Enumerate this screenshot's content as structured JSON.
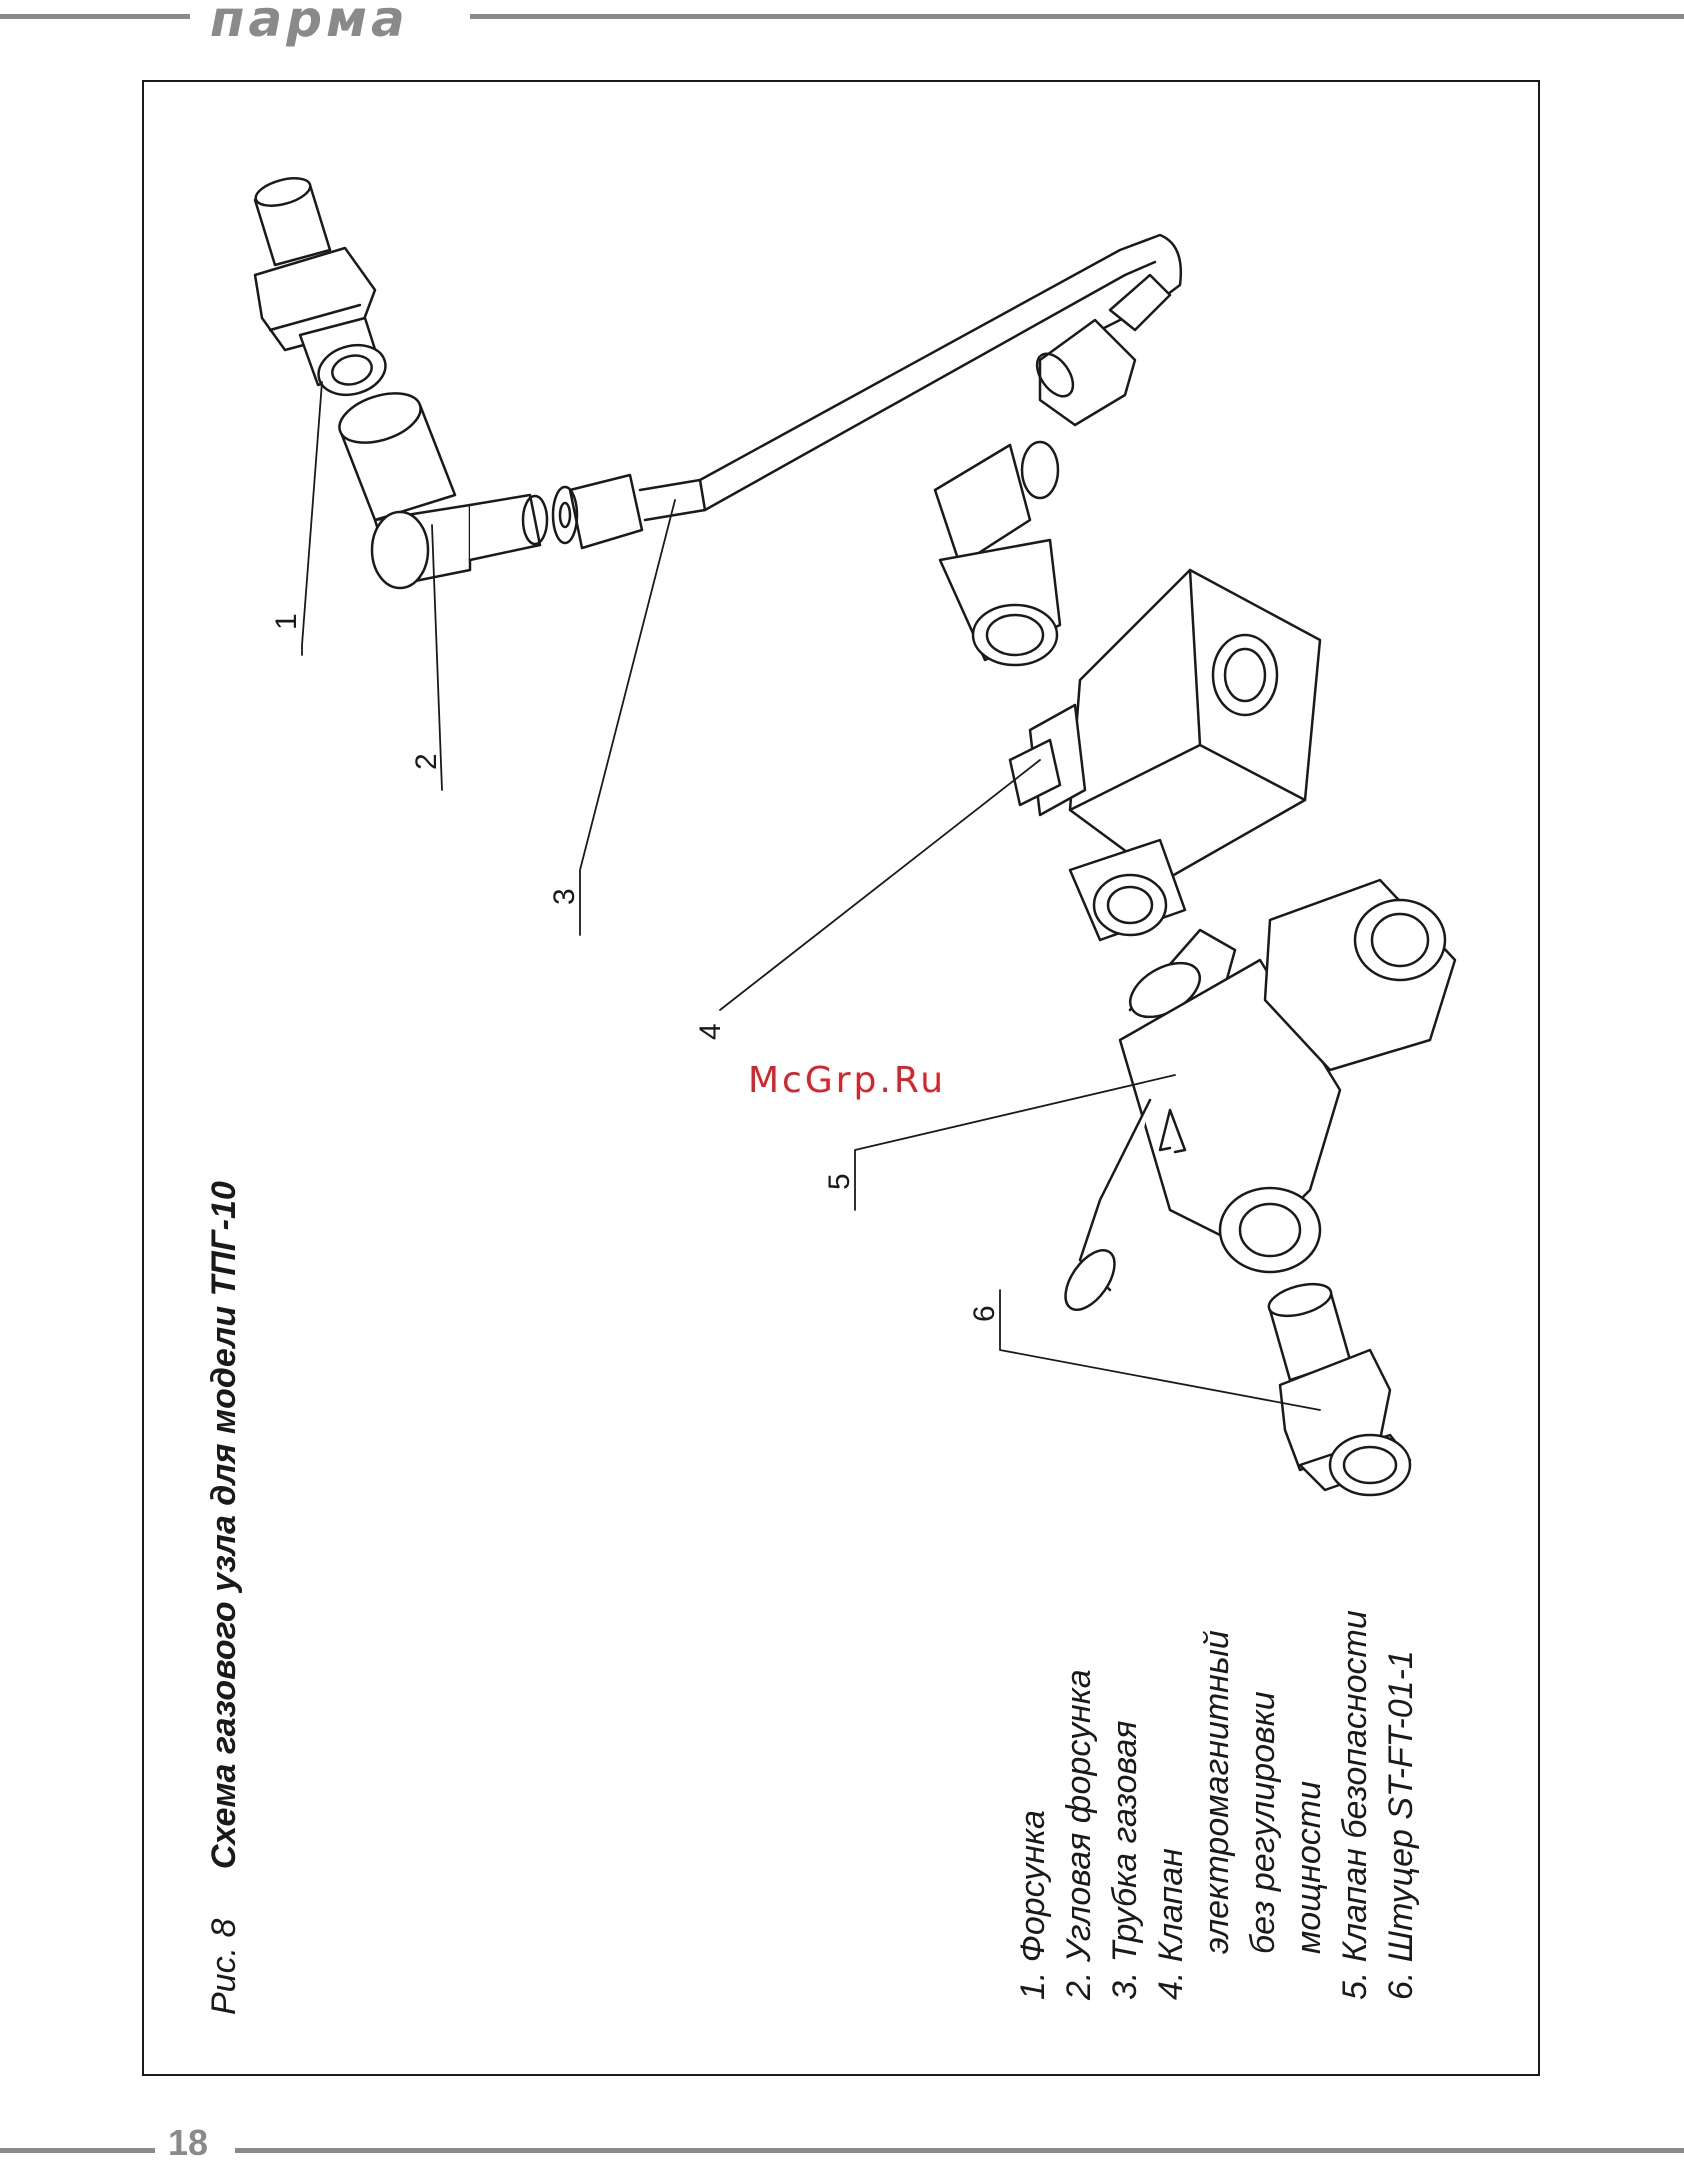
{
  "header": {
    "brand": "парма"
  },
  "caption": {
    "figure_label": "Рис. 8",
    "title": "Схема газового узла для модели ТПГ-10"
  },
  "legend": {
    "items": [
      {
        "text": "1. Форсунка"
      },
      {
        "text": "2. Угловая форсунка"
      },
      {
        "text": "3. Трубка газовая"
      },
      {
        "text": "4. Клапан",
        "continuation": [
          "электромагнитный",
          "без регулировки",
          "мощности"
        ]
      },
      {
        "text": "5. Клапан безопасности"
      },
      {
        "text": "6. Штуцер ST-FT-01-1"
      }
    ]
  },
  "callouts": [
    "1",
    "2",
    "3",
    "4",
    "5",
    "6"
  ],
  "watermark": "McGrp.Ru",
  "footer": {
    "page_number": "18"
  },
  "colors": {
    "rule": "#8a8a8a",
    "ink": "#1a1a1a",
    "watermark": "#d9232a"
  }
}
